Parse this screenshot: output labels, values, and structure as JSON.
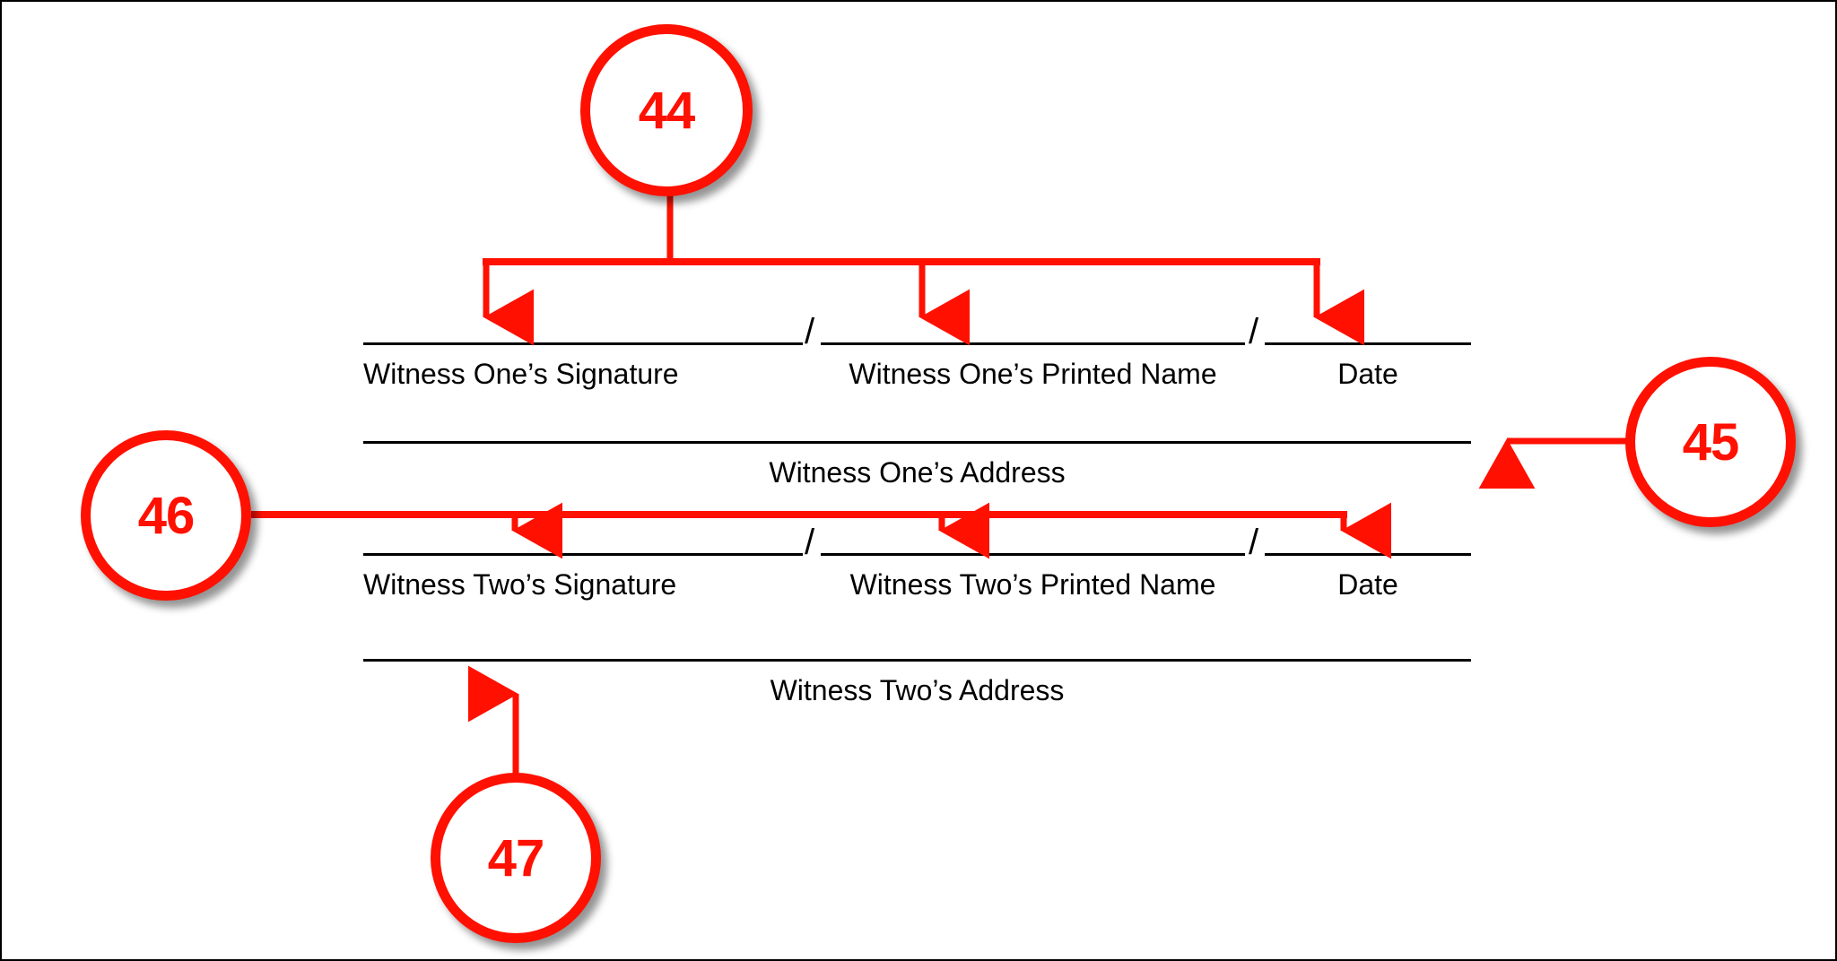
{
  "document": {
    "type": "witness-signature-block",
    "accent_color": "#FF1000",
    "text_color": "#000000",
    "background_color": "#FFFFFF",
    "border_color": "#000000",
    "separator": "/",
    "rows": [
      {
        "id": "witness-one-row",
        "fields": [
          {
            "id": "witness-one-signature",
            "label": "Witness One’s Signature"
          },
          {
            "id": "witness-one-printed-name",
            "label": "Witness One’s Printed Name"
          },
          {
            "id": "witness-one-date",
            "label": "Date"
          }
        ]
      },
      {
        "id": "witness-one-address-row",
        "fields": [
          {
            "id": "witness-one-address",
            "label": "Witness One’s Address"
          }
        ]
      },
      {
        "id": "witness-two-row",
        "fields": [
          {
            "id": "witness-two-signature",
            "label": "Witness Two’s Signature"
          },
          {
            "id": "witness-two-printed-name",
            "label": "Witness Two’s Printed Name"
          },
          {
            "id": "witness-two-date",
            "label": "Date"
          }
        ]
      },
      {
        "id": "witness-two-address-row",
        "fields": [
          {
            "id": "witness-two-address",
            "label": "Witness Two’s Address"
          }
        ]
      }
    ],
    "separators": [
      "/",
      "/",
      "/",
      "/"
    ]
  },
  "annotations": {
    "callouts": [
      {
        "id": "callout-44",
        "number": "44",
        "points_to": "witness-one-signature-row",
        "style": "bracket-three-arrows-down"
      },
      {
        "id": "callout-45",
        "number": "45",
        "points_to": "witness-one-address",
        "style": "arrow-left"
      },
      {
        "id": "callout-46",
        "number": "46",
        "points_to": "witness-two-signature-row",
        "style": "bracket-three-arrows-down"
      },
      {
        "id": "callout-47",
        "number": "47",
        "points_to": "witness-two-address",
        "style": "arrow-up"
      }
    ]
  }
}
